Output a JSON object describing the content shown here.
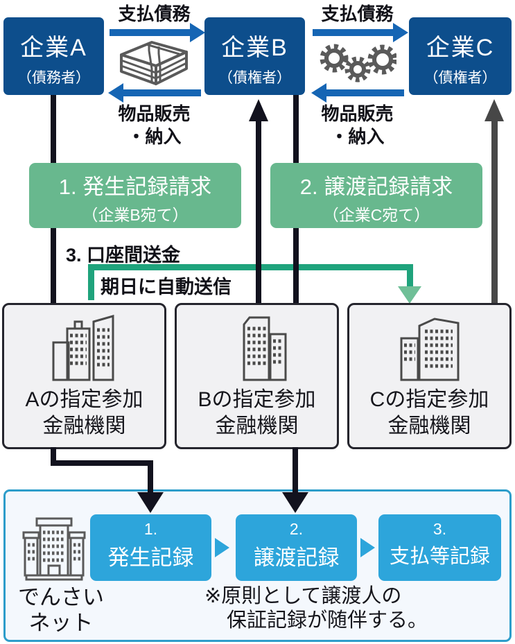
{
  "companies": [
    {
      "name": "企業A",
      "role": "（債務者）"
    },
    {
      "name": "企業B",
      "role": "（債権者）"
    },
    {
      "name": "企業C",
      "role": "（債権者）"
    }
  ],
  "trade": {
    "payment_label": "支払債務",
    "goods_label_line1": "物品販売",
    "goods_label_line2": "・納入"
  },
  "requests": [
    {
      "title": "1. 発生記録請求",
      "subtitle": "（企業B宛て）"
    },
    {
      "title": "2. 譲渡記録請求",
      "subtitle": "（企業C宛て）"
    }
  ],
  "transfer": {
    "label": "3. 口座間送金",
    "auto_label": "期日に自動送信"
  },
  "banks": [
    {
      "line1": "Aの指定参加",
      "line2": "金融機関"
    },
    {
      "line1": "Bの指定参加",
      "line2": "金融機関"
    },
    {
      "line1": "Cの指定参加",
      "line2": "金融機関"
    }
  ],
  "densai": {
    "name_line1": "でんさい",
    "name_line2": "ネット",
    "records": [
      {
        "no": "1.",
        "label": "発生記録"
      },
      {
        "no": "2.",
        "label": "譲渡記録"
      },
      {
        "no": "3.",
        "label": "支払等記録"
      }
    ],
    "note_line1": "※原則として譲渡人の",
    "note_line2": "保証記録が随伴する。"
  },
  "colors": {
    "company_blue": "#0d4e8c",
    "arrow_blue": "#1565b4",
    "request_green": "#68b88e",
    "green_line": "#1fa37c",
    "green_arrowhead": "#6fbf97",
    "record_blue": "#2da5db",
    "densai_border": "#2d9dca",
    "densai_fill": "#f4f8fd",
    "bank_fill": "#f1f1f3",
    "bank_border": "#25252d",
    "line_black": "#12121e",
    "arrow_gray": "#474747",
    "icon_gray": "#5a5a5a"
  }
}
